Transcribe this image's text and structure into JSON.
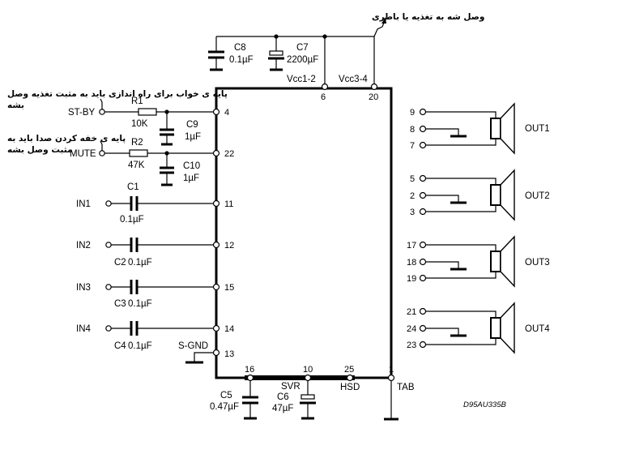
{
  "annotations": {
    "supply_note": "وصل شه به تغذیه یا باطری",
    "standby_note_line1": "پایه ی خواب برای راه اندازی باید به مثبت تغذیه وصل",
    "standby_note_line2": "بشه",
    "mute_note_line1": "پایه ی خفه کردن صدا باید به",
    "mute_note_line2": "مثبت وصل بشه"
  },
  "supply": {
    "c8_name": "C8",
    "c8_value": "0.1µF",
    "c7_name": "C7",
    "c7_value": "2200µF",
    "vcc12_label": "Vcc1-2",
    "vcc12_pin": "6",
    "vcc34_label": "Vcc3-4",
    "vcc34_pin": "20"
  },
  "control": {
    "stby_label": "ST-BY",
    "r1_name": "R1",
    "r1_value": "10K",
    "c9_name": "C9",
    "c9_value": "1µF",
    "stby_pin": "4",
    "mute_label": "MUTE",
    "r2_name": "R2",
    "r2_value": "47K",
    "c10_name": "C10",
    "c10_value": "1µF",
    "mute_pin": "22"
  },
  "inputs": [
    {
      "label": "IN1",
      "cap_name": "C1",
      "cap_value": "0.1µF",
      "pin": "11"
    },
    {
      "label": "IN2",
      "cap_name": "C2",
      "cap_value": "0.1µF",
      "pin": "12"
    },
    {
      "label": "IN3",
      "cap_name": "C3",
      "cap_value": "0.1µF",
      "pin": "15"
    },
    {
      "label": "IN4",
      "cap_name": "C4",
      "cap_value": "0.1µF",
      "pin": "14"
    }
  ],
  "sgnd": {
    "label": "S-GND",
    "pin": "13"
  },
  "bottom": {
    "c5_pin": "16",
    "c5_name": "C5",
    "c5_value": "0.47µF",
    "svr_pin": "10",
    "svr_label": "SVR",
    "c6_name": "C6",
    "c6_value": "47µF",
    "hsd_pin": "25",
    "hsd_label": "HSD",
    "tab_pin": "1",
    "tab_label": "TAB"
  },
  "outputs": [
    {
      "label": "OUT1",
      "pins": [
        "9",
        "8",
        "7"
      ]
    },
    {
      "label": "OUT2",
      "pins": [
        "5",
        "2",
        "3"
      ]
    },
    {
      "label": "OUT3",
      "pins": [
        "17",
        "18",
        "19"
      ]
    },
    {
      "label": "OUT4",
      "pins": [
        "21",
        "24",
        "23"
      ]
    }
  ],
  "drawing_code": "D95AU335B"
}
